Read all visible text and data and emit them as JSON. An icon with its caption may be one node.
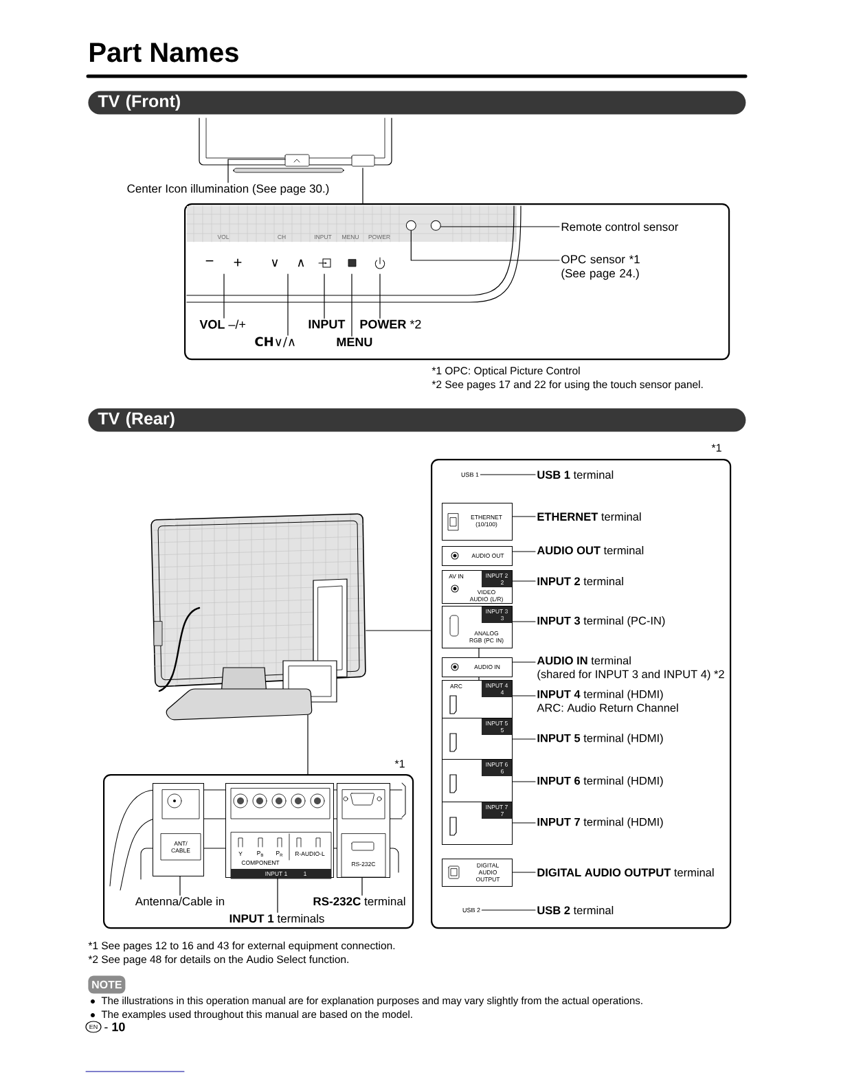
{
  "diagram": {
    "title": "Part Names",
    "nodes": [
      {
        "text": [
          "TV (Front)"
        ]
      },
      {
        "text": [],
        "shape": "picture"
      },
      {
        "text": [
          "Center Icon illumination (See page 30.)"
        ]
      },
      {
        "text": [],
        "shape": "box"
      },
      {
        "text": [
          "Remote control sensor"
        ],
        "in": 3
      },
      {
        "text": [
          "OPC sensor *1 (See page 24.)"
        ],
        "in": 3
      },
      {
        "text": [
          "**VOL** –/+"
        ],
        "in": 3
      },
      {
        "text": [
          "INPUT"
        ],
        "in": 3
      },
      {
        "text": [
          "**POWER** *2"
        ],
        "in": 3
      },
      {
        "text": [
          "**CH**∨/∧"
        ],
        "in": 3
      },
      {
        "text": [
          "MENU"
        ],
        "in": 3
      },
      {
        "text": [
          "TV (Rear)"
        ]
      },
      {
        "text": [],
        "shape": "picture"
      },
      {
        "text": [],
        "shape": "box",
        "beside": [
          "*1"
        ]
      },
      {
        "text": [
          "ANT/ CABLE"
        ],
        "in": 13
      },
      {
        "text": [
          "Y",
          "P$_{B}$",
          "P$_{R}$",
          "R-AUDIO-L",
          "COMPONENT",
          "INPUT 1",
          "1"
        ],
        "in": 13
      },
      {
        "text": [
          "RS-232C"
        ],
        "in": 13
      },
      {
        "text": [
          "Antenna/Cable in"
        ],
        "in": 13
      },
      {
        "text": [
          "**RS-232C** terminal"
        ],
        "in": 13
      },
      {
        "text": [
          "**INPUT 1** terminals"
        ],
        "in": 13
      },
      {
        "text": [],
        "shape": "box",
        "beside": [
          "*1"
        ]
      },
      {
        "text": [
          "USB 1"
        ],
        "in": 20
      },
      {
        "text": [
          "**USB 1** terminal"
        ],
        "in": 20
      },
      {
        "text": [
          "ETHERNET (10/100)"
        ],
        "in": 20
      },
      {
        "text": [
          "**ETHERNET** terminal"
        ],
        "in": 20
      },
      {
        "text": [
          "AUDIO OUT"
        ],
        "in": 20
      },
      {
        "text": [
          "**AUDIO OUT** terminal"
        ],
        "in": 20
      },
      {
        "text": [
          "AV IN",
          "INPUT 2",
          "2",
          "VIDEO AUDIO (L/R)"
        ],
        "in": 20
      },
      {
        "text": [
          "**INPUT 2** terminal"
        ],
        "in": 20
      },
      {
        "text": [
          "INPUT 3",
          "3",
          "ANALOG RGB (PC IN)"
        ],
        "in": 20
      },
      {
        "text": [
          "**INPUT 3** terminal (PC-IN)"
        ],
        "in": 20
      },
      {
        "text": [
          "AUDIO IN"
        ],
        "in": 20
      },
      {
        "text": [
          "**AUDIO IN** terminal",
          "(shared for INPUT 3 and INPUT 4) *2"
        ],
        "in": 20
      },
      {
        "text": [
          "ARC",
          "INPUT 4",
          "4"
        ],
        "in": 20
      },
      {
        "text": [
          "**INPUT 4** terminal (HDMI)",
          "ARC: Audio Return Channel"
        ],
        "in": 20
      },
      {
        "text": [
          "INPUT 5",
          "5"
        ],
        "in": 20
      },
      {
        "text": [
          "**INPUT 5** terminal (HDMI)"
        ],
        "in": 20
      },
      {
        "text": [
          "INPUT 6",
          "6"
        ],
        "in": 20
      },
      {
        "text": [
          "**INPUT 6** terminal (HDMI)"
        ],
        "in": 20
      },
      {
        "text": [
          "INPUT 7",
          "7"
        ],
        "in": 20
      },
      {
        "text": [
          "**INPUT 7** terminal (HDMI)"
        ],
        "in": 20
      },
      {
        "text": [
          "DIGITAL AUDIO OUTPUT"
        ],
        "in": 20
      },
      {
        "text": [
          "**DIGITAL AUDIO OUTPUT** terminal"
        ],
        "in": 20
      },
      {
        "text": [
          "USB 2"
        ],
        "in": 20
      },
      {
        "text": [
          "**USB 2** terminal"
        ],
        "in": 20
      },
      {
        "text": [
          "NOTE"
        ]
      },
      {
        "text": [],
        "shape": "circle",
        "in": 3
      },
      {
        "text": [],
        "shape": "circle",
        "in": 3
      }
    ],
    "edges": [
      {
        "from": 2,
        "to": 1,
        "arrow": "none"
      },
      {
        "from": 1,
        "to": 3,
        "arrow": "none"
      },
      {
        "from": 4,
        "to": 47,
        "arrow": "none"
      },
      {
        "from": 5,
        "to": 46,
        "arrow": "none"
      },
      {
        "from": 6,
        "to": null,
        "arrow": "none"
      },
      {
        "from": 7,
        "to": null,
        "arrow": "none"
      },
      {
        "from": 8,
        "to": null,
        "arrow": "none"
      },
      {
        "from": 9,
        "to": null,
        "arrow": "none"
      },
      {
        "from": 10,
        "to": null,
        "arrow": "none"
      },
      {
        "from": 12,
        "to": 20,
        "arrow": "none"
      },
      {
        "from": 12,
        "to": 13,
        "arrow": "none"
      },
      {
        "from": 14,
        "to": 17,
        "arrow": "none"
      },
      {
        "from": 15,
        "to": 19,
        "arrow": "none"
      },
      {
        "from": 16,
        "to": 18,
        "arrow": "none"
      },
      {
        "from": 21,
        "to": 22,
        "arrow": "none"
      },
      {
        "from": 23,
        "to": 24,
        "arrow": "none"
      },
      {
        "from": 25,
        "to": 26,
        "arrow": "none"
      },
      {
        "from": 27,
        "to": 28,
        "arrow": "none"
      },
      {
        "from": 29,
        "to": 30,
        "arrow": "none"
      },
      {
        "from": 29,
        "to": 31,
        "arrow": "none"
      },
      {
        "from": 31,
        "to": 32,
        "arrow": "none"
      },
      {
        "from": 31,
        "to": 33,
        "arrow": "none"
      },
      {
        "from": 33,
        "to": 34,
        "arrow": "none"
      },
      {
        "from": 35,
        "to": 36,
        "arrow": "none"
      },
      {
        "from": 37,
        "to": 38,
        "arrow": "none"
      },
      {
        "from": 39,
        "to": 40,
        "arrow": "none"
      },
      {
        "from": 41,
        "to": 42,
        "arrow": "none"
      },
      {
        "from": 43,
        "to": 44,
        "arrow": "none"
      }
    ],
    "labels": [
      "VOL",
      "CH",
      "INPUT",
      "MENU",
      "POWER",
      "−",
      "+",
      "∨",
      "∧",
      "*1 OPC: Optical Picture Control",
      "*2 See pages 17 and 22 for using the touch sensor panel.",
      "*1 See pages 12 to 16 and 43 for external equipment connection.",
      "*2 See page 48 for details on the Audio Select function.",
      "The illustrations in this operation manual are for explanation purposes and may vary slightly from the actual operations.",
      "The examples used throughout this manual are based on the model.",
      "EN",
      "- **10**"
    ]
  }
}
